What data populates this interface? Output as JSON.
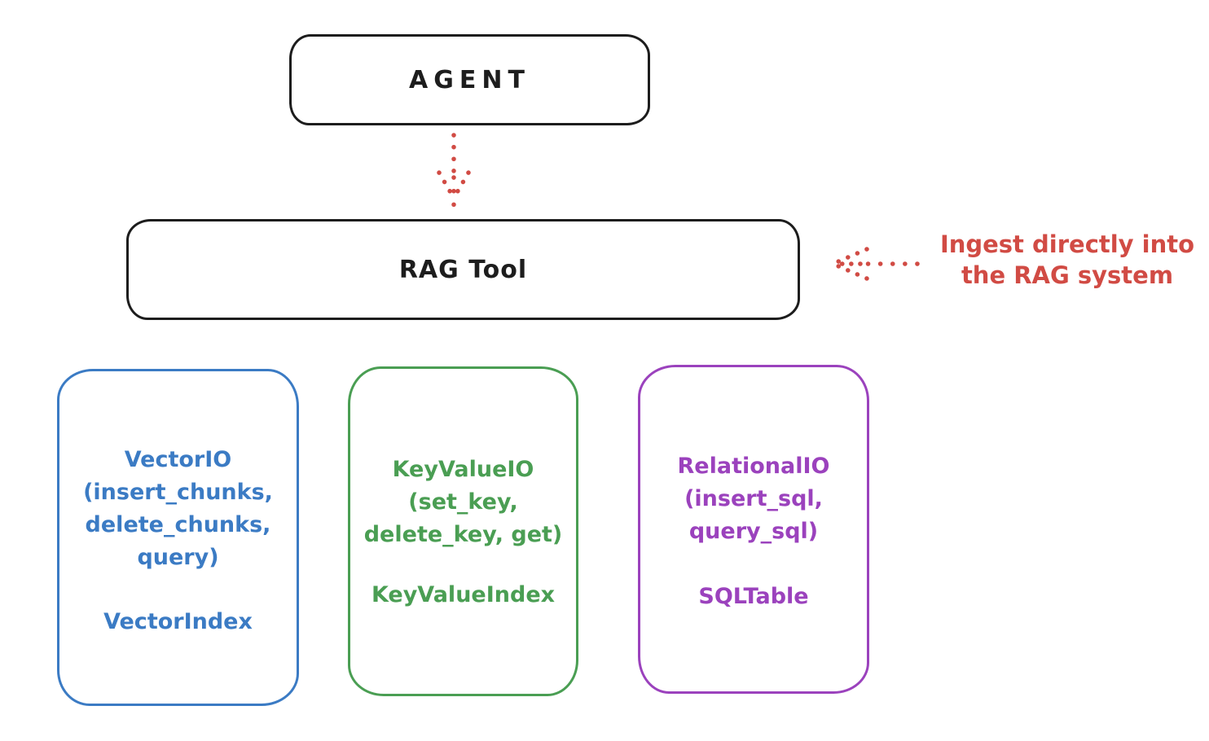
{
  "diagram": {
    "title_hint": "RAG Tool architecture sketch",
    "colors": {
      "ink": "#1d1d1d",
      "blue": "#3b7bc4",
      "green": "#4a9e53",
      "purple": "#9b42bd",
      "red": "#d14b44",
      "background": "#ffffff"
    },
    "agent": {
      "label": "AGENT"
    },
    "rag_tool": {
      "label": "RAG Tool"
    },
    "annotation": {
      "line1": "Ingest directly into",
      "line2": "the RAG system"
    },
    "arrows": [
      {
        "name": "agent-to-rag-arrow",
        "style": "dotted",
        "color": "#d14b44",
        "direction": "down"
      },
      {
        "name": "ingest-into-rag-arrow",
        "style": "dotted",
        "color": "#d14b44",
        "direction": "left"
      }
    ],
    "stores": [
      {
        "title": "VectorIO",
        "params_line1": "(insert_chunks,",
        "params_line2": "delete_chunks,",
        "params_line3": "query)",
        "index_class": "VectorIndex",
        "color": "#3b7bc4"
      },
      {
        "title": "KeyValueIO",
        "params_line1": "(set_key,",
        "params_line2": "delete_key, get)",
        "index_class": "KeyValueIndex",
        "color": "#4a9e53"
      },
      {
        "title": "RelationalIO",
        "params_line1": "(insert_sql,",
        "params_line2": "query_sql)",
        "index_class": "SQLTable",
        "color": "#9b42bd"
      }
    ]
  }
}
